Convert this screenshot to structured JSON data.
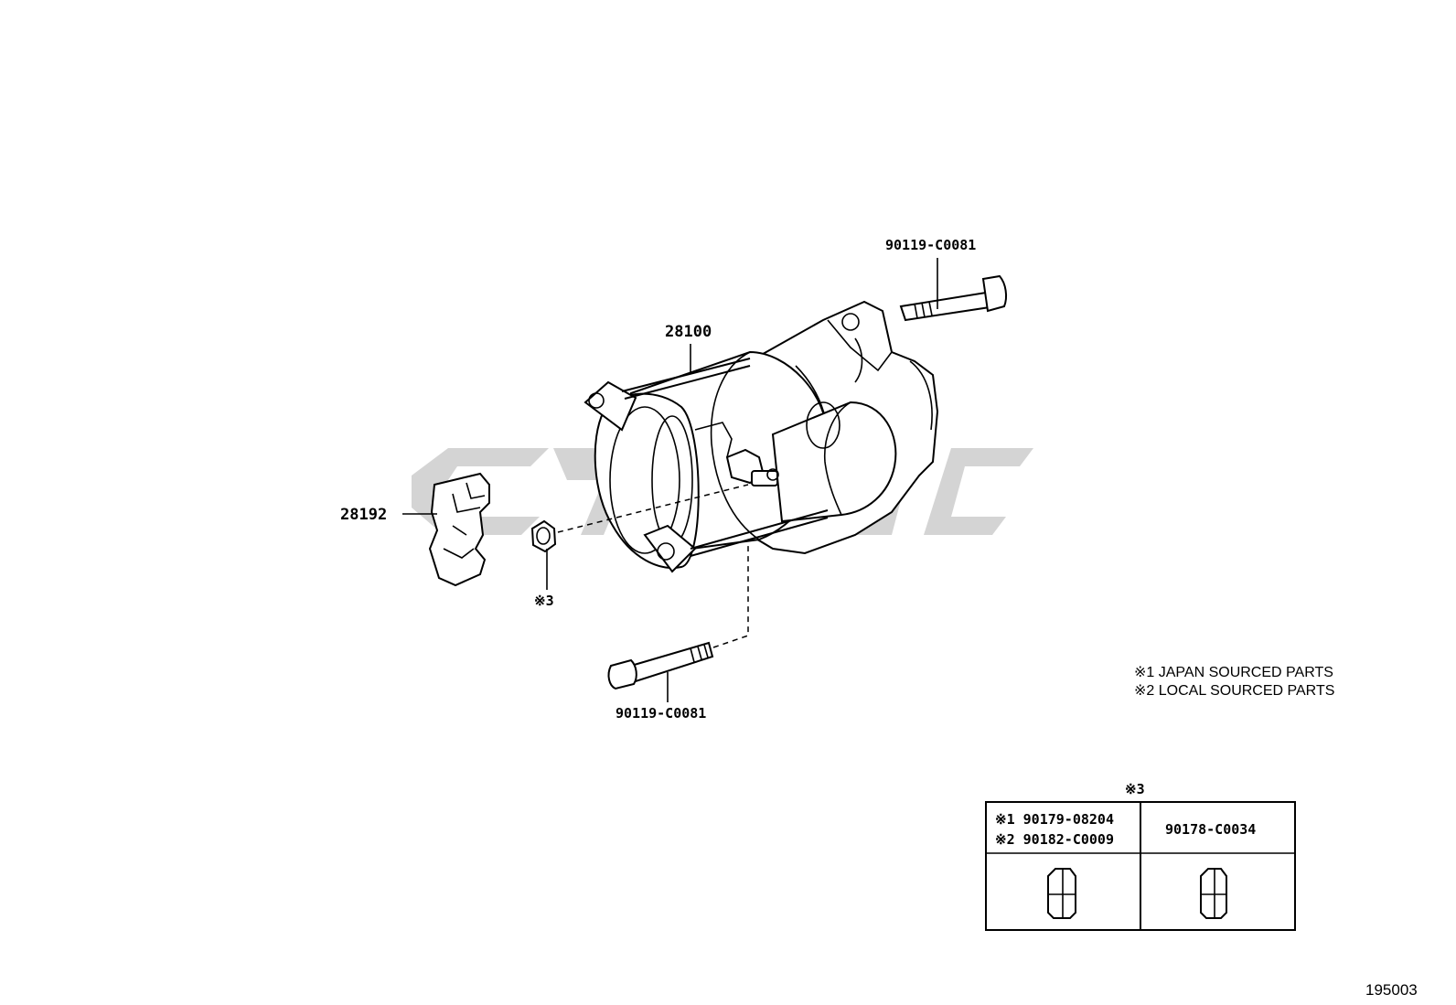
{
  "callouts": {
    "bolt_top": "90119-C0081",
    "starter": "28100",
    "terminal_cover": "28192",
    "nut_ref": "※3",
    "bolt_bottom": "90119-C0081"
  },
  "notes": [
    "※1  JAPAN SOURCED PARTS",
    "※2  LOCAL SOURCED PARTS"
  ],
  "nut_table": {
    "title": "※3",
    "col1_row1": "※1 90179-08204",
    "col1_row2": "※2 90182-C0009",
    "col2": "90178-C0034"
  },
  "figure_number": "195003"
}
